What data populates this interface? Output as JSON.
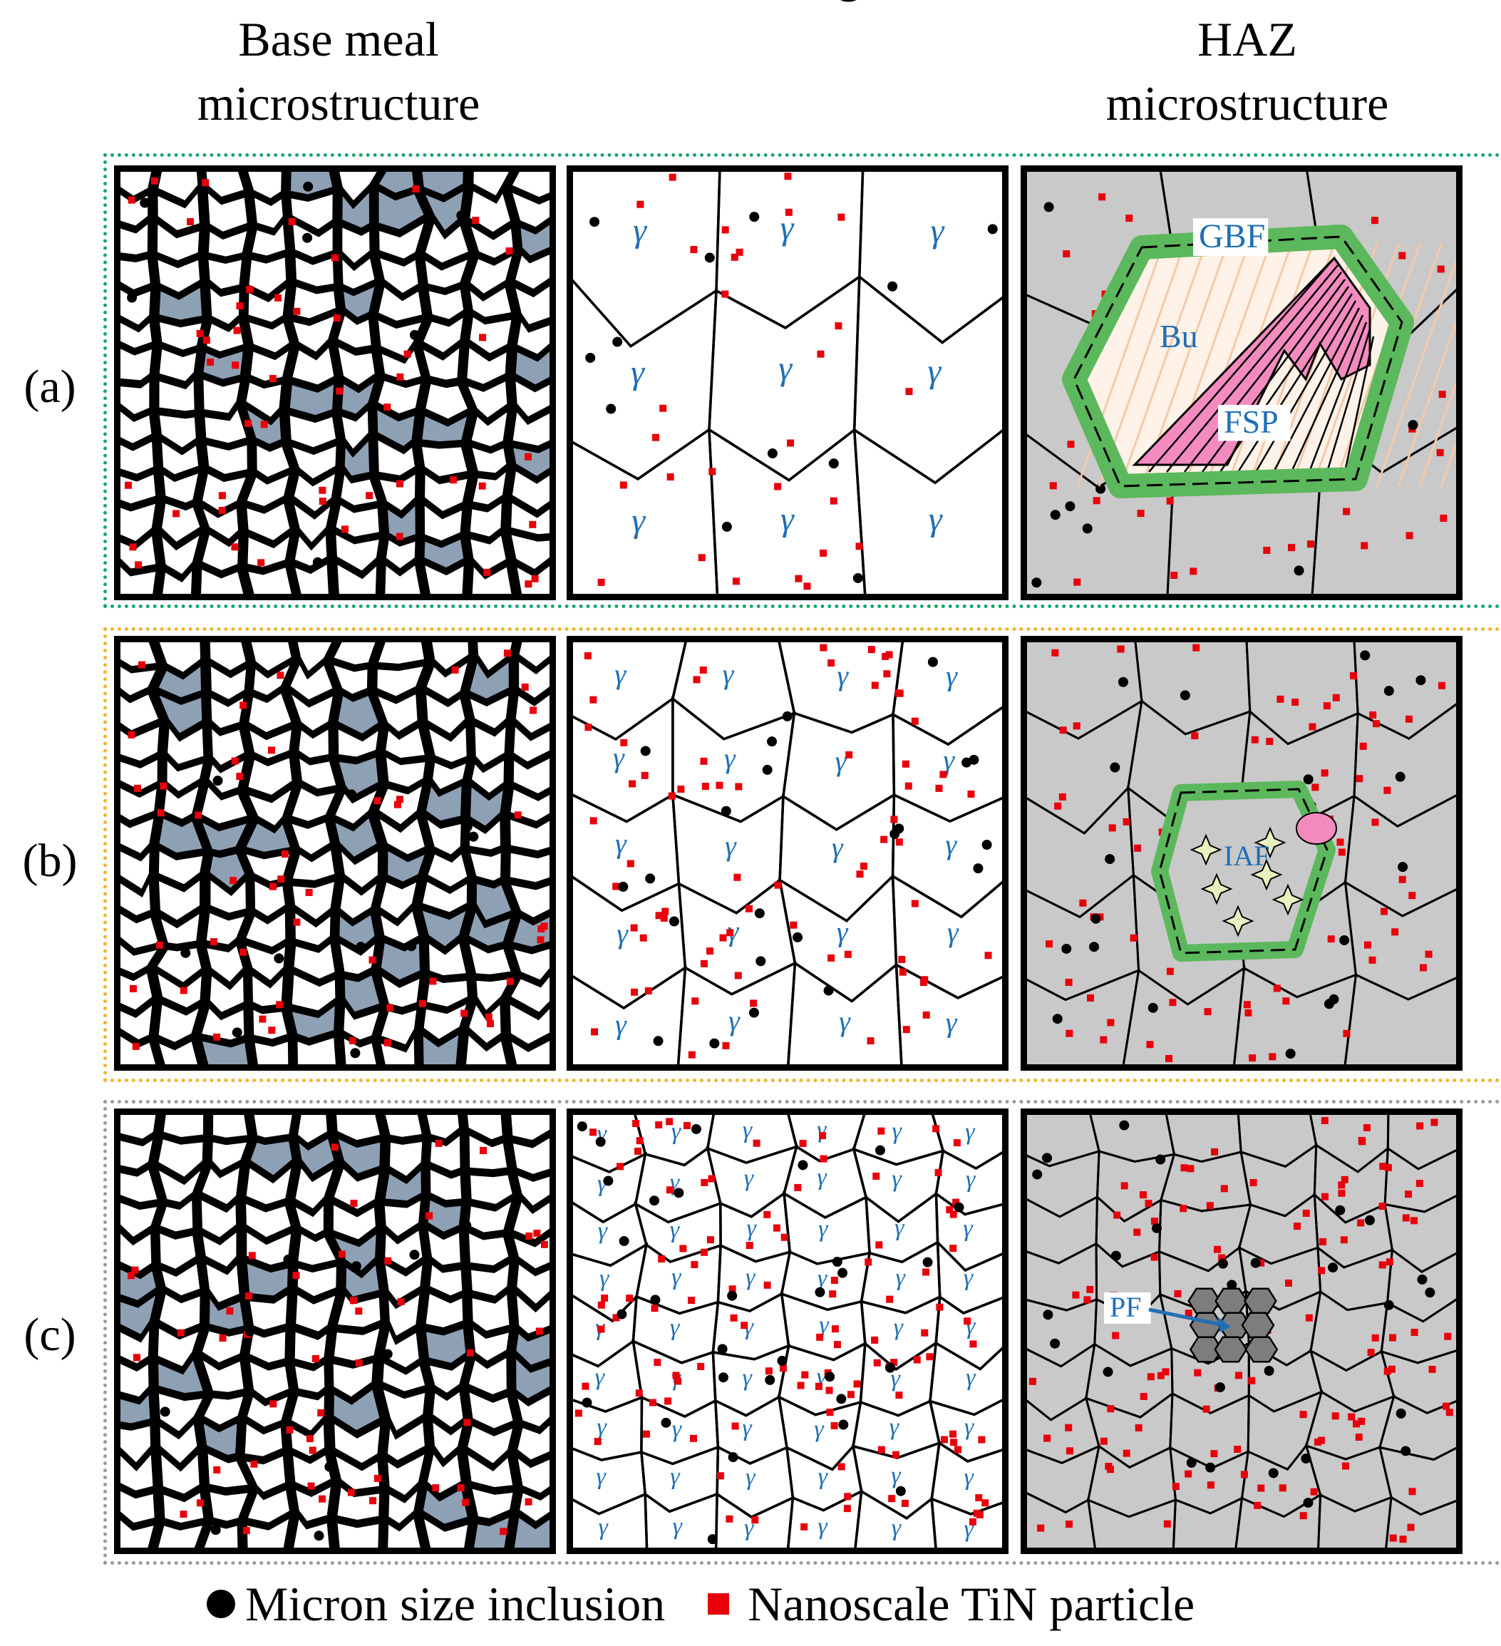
{
  "columns": [
    {
      "line1": "Base meal",
      "line2": "microstructure"
    },
    {
      "line1": "",
      "line2": "Austenite grain"
    },
    {
      "line1": "HAZ",
      "line2": "microstructure"
    }
  ],
  "rows": [
    {
      "label": "(a)",
      "frame_color": "#1aa66a"
    },
    {
      "label": "(b)",
      "frame_color": "#f0b429"
    },
    {
      "label": "(c)",
      "frame_color": "#9a9a9a"
    }
  ],
  "gamma_symbol": "γ",
  "annotations": {
    "gbf": "GBF",
    "bu": "Bu",
    "fsp": "FSP",
    "iaf": "IAF",
    "pf": "PF"
  },
  "legend": {
    "inclusion": "Micron size inclusion",
    "tin": "Nanoscale TiN particle"
  },
  "colors": {
    "haz_background": "#c9c9c9",
    "ferrite_grain": "#8ea0b4",
    "particle": "#e8000b",
    "grain_boundary_ferrite": "#5cb85c",
    "side_plate": "#f48bbf",
    "label_text": "#1f6fb5"
  },
  "panel_counts": {
    "austenite_grain_sizes": [
      "coarse",
      "medium",
      "fine"
    ]
  }
}
